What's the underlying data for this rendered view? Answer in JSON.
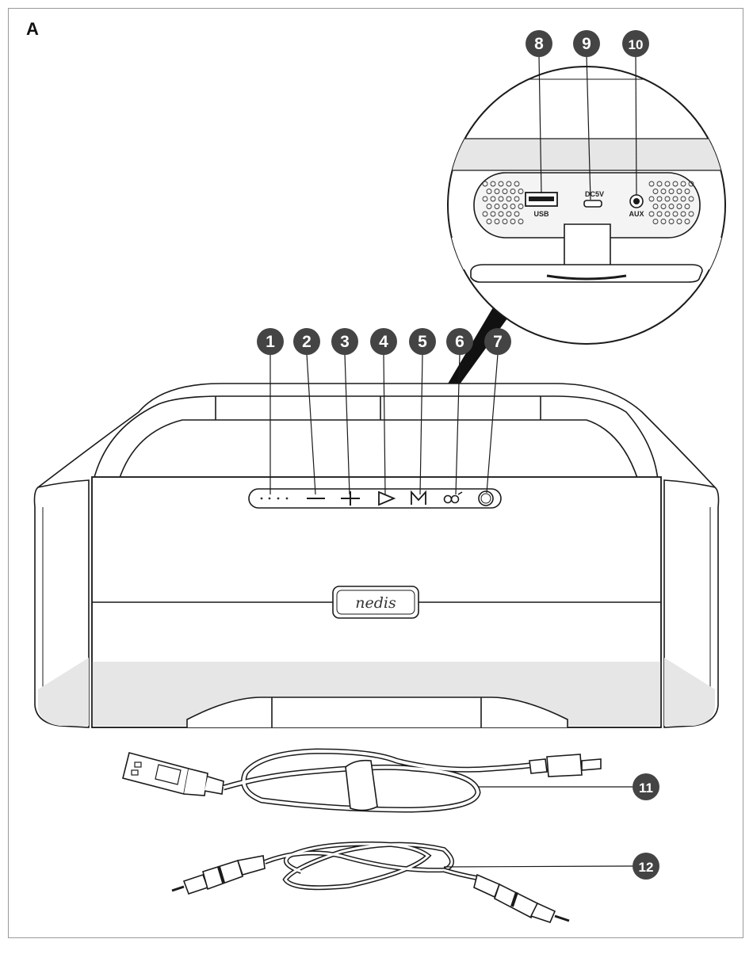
{
  "panel_label": "A",
  "callouts": [
    {
      "number": "1",
      "target": "indicator-leds"
    },
    {
      "number": "2",
      "target": "volume-down-button"
    },
    {
      "number": "3",
      "target": "volume-up-button"
    },
    {
      "number": "4",
      "target": "play-pause-button"
    },
    {
      "number": "5",
      "target": "mode-button"
    },
    {
      "number": "6",
      "target": "link-button"
    },
    {
      "number": "7",
      "target": "power-button"
    },
    {
      "number": "8",
      "target": "usb-port"
    },
    {
      "number": "9",
      "target": "dc-5v-port"
    },
    {
      "number": "10",
      "target": "aux-port"
    },
    {
      "number": "11",
      "target": "usb-cable"
    },
    {
      "number": "12",
      "target": "aux-cable"
    }
  ],
  "port_labels": {
    "usb": "USB",
    "dc": "DC5V",
    "aux": "AUX"
  },
  "brand_logo": "nedis",
  "colors": {
    "callout_fill": "#444444",
    "line": "#1a1a1a",
    "speaker_shade": "#e6e6e6",
    "leader_line": "#111111"
  }
}
